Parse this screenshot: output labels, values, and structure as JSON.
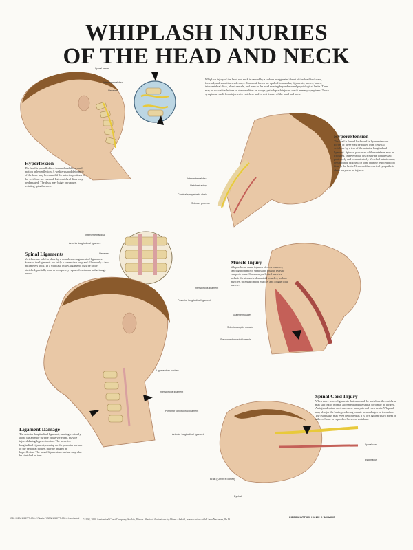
{
  "title_line1": "WHIPLASH INJURIES",
  "title_line2": "OF THE HEAD AND NECK",
  "intro": "Whiplash injury of the head and neck is caused by a sudden exaggerated thrust of the head backward, forward, and sometimes sideways. Abnormal forces are applied to muscles, ligaments, nerves, bones, intervertebral discs, blood vessels, and even to the head moving beyond normal physiological limits. There may be no visible lesions or abnormalities on x-rays, yet whiplash injuries result in many symptoms. These symptoms result from injuries to vertebrae and to soft tissues of the head and neck.",
  "sections": {
    "hyperflexion": {
      "heading": "Hyperflexion",
      "text": "The head is propelled in a forward and downward motion in hyperflexion. A wedge-shaped deformity of the bone may be caused if the anterior portions of the vertebrae are crushed. Intervertebral discs may be damaged. The discs may bulge or rupture, irritating spinal nerves."
    },
    "hyperextension": {
      "heading": "Hyperextension",
      "text": "The head is forced backward in hyperextension. Forces of these may be pulled from cervical vertebrae by a tear of the anterior longitudinal ligament. Spinous processes of the vertebrae may be fractured. Intervertebral discs may be compressed posteriorly and torn anteriorly. Vertebral arteries may be stretched, pinched, or torn, causing reduced blood flow to the brain. Nerves of the cervical sympathetic chain may also be injured."
    },
    "spinal_ligaments": {
      "heading": "Spinal Ligaments",
      "text": "Vertebrae are held in place by a complex arrangement of ligaments. Some of the ligaments are fairly a connective long and all are only a few millimeters thick. In a whiplash injury, ligaments may be badly stretched, partially torn, or completely ruptured as shown in the image below."
    },
    "muscle_injury": {
      "heading": "Muscle Injury",
      "text": "Whiplash can cause injuries of neck muscles, ranging from minor strains and muscle tears to complete tears. Commonly affected muscles include the sternocleidomastoid muscles, scalene muscles, splenius capitis muscle, and longus colli muscle."
    },
    "ligament_damage": {
      "heading": "Ligament Damage",
      "text": "The anterior longitudinal ligament, running vertically along the anterior surface of the vertebrae, may be injured during hyperextension. The posterior longitudinal ligament, running on the posterior surface of the vertebral bodies, may be injured in hyperflexion. The broad ligamentum nuchae may also be stretched or torn."
    },
    "spinal_cord": {
      "heading": "Spinal Cord Injury",
      "text": "When more severe ligaments that surround the vertebrae the vertebrae may slip out of normal alignment and the spinal cord may be injured. An injured spinal cord can cause paralysis and even death. Whiplash may also jar the brain, producing minute hemorrhages on its surface. The esophagus may even be injured as it is torn against sharp edges or tethered bone or is pinched between vertebrae."
    }
  },
  "labels": {
    "hf": [
      "Spinal nerve",
      "Intervertebral disc",
      "Vertebra"
    ],
    "he": [
      "Intervertebral disc",
      "Vertebral artery",
      "Cervical sympathetic chain",
      "Spinous process"
    ],
    "sl": [
      "Intervertebral disc",
      "Anterior longitudinal ligament",
      "Vertebra",
      "Interspinous ligament",
      "Posterior longitudinal ligament"
    ],
    "mi": [
      "Scalene muscles",
      "Splenius capitis muscle",
      "Sternocleidomastoid muscle"
    ],
    "ld": [
      "Ligamentum nuchae",
      "Interspinous ligament",
      "Posterior longitudinal ligament",
      "Anterior longitudinal ligament"
    ],
    "sc": [
      "Spinal cord",
      "Esophagus",
      "Brain (Cerebral cortex)",
      "Eyeball"
    ]
  },
  "footer": "©1998, 2000 Anatomical Chart Company, Skokie, Illinois. Medical illustrations by Diane Abeloff, in association with Liane Nachman, Ph.D.",
  "codes": "9981 ISBN 1-58779-094-2 Plastic / ISBN 1-58779-092-6 Laminated",
  "brand": "LIPPINCOTT WILLIAMS & WILKINS",
  "colors": {
    "skin": "#e9c8a6",
    "bone": "#e8d4a0",
    "muscle": "#c46058",
    "nerve": "#e8c93a",
    "hair": "#8a5a2c"
  }
}
